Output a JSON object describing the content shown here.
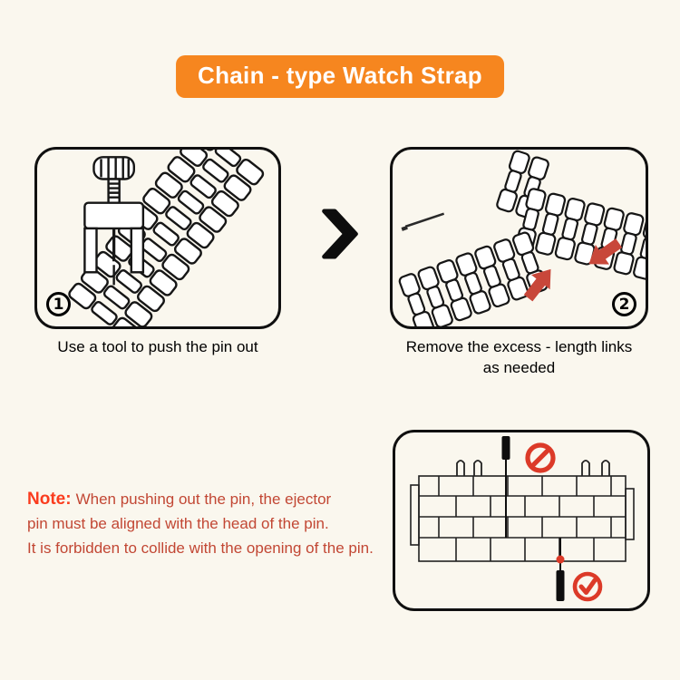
{
  "page": {
    "background_color": "#FAF7EE"
  },
  "header": {
    "title": "Chain - type Watch Strap",
    "background_color": "#F6861F",
    "text_color": "#FFFFFF"
  },
  "steps": {
    "one": {
      "number": "1",
      "caption": "Use a tool to push the pin out"
    },
    "two": {
      "number": "2",
      "caption_line1": "Remove the excess - length links",
      "caption_line2": "as needed"
    }
  },
  "arrow_between_steps": {
    "icon": "chevron-right",
    "color": "#0D0D0D"
  },
  "note": {
    "label": "Note:",
    "line1": "When pushing out the pin, the ejector",
    "line2": "pin must be aligned with the head of the pin.",
    "line3": "It is forbidden to collide with the opening of the pin.",
    "label_color": "#FA3C1E",
    "text_color": "#C24734"
  },
  "detail_panel": {
    "prohibition_icon": "no-collision",
    "check_icon": "correct-alignment",
    "icon_color": "#DC3A28"
  },
  "colors": {
    "arrow_red": "#C8473A",
    "line_black": "#161616"
  }
}
